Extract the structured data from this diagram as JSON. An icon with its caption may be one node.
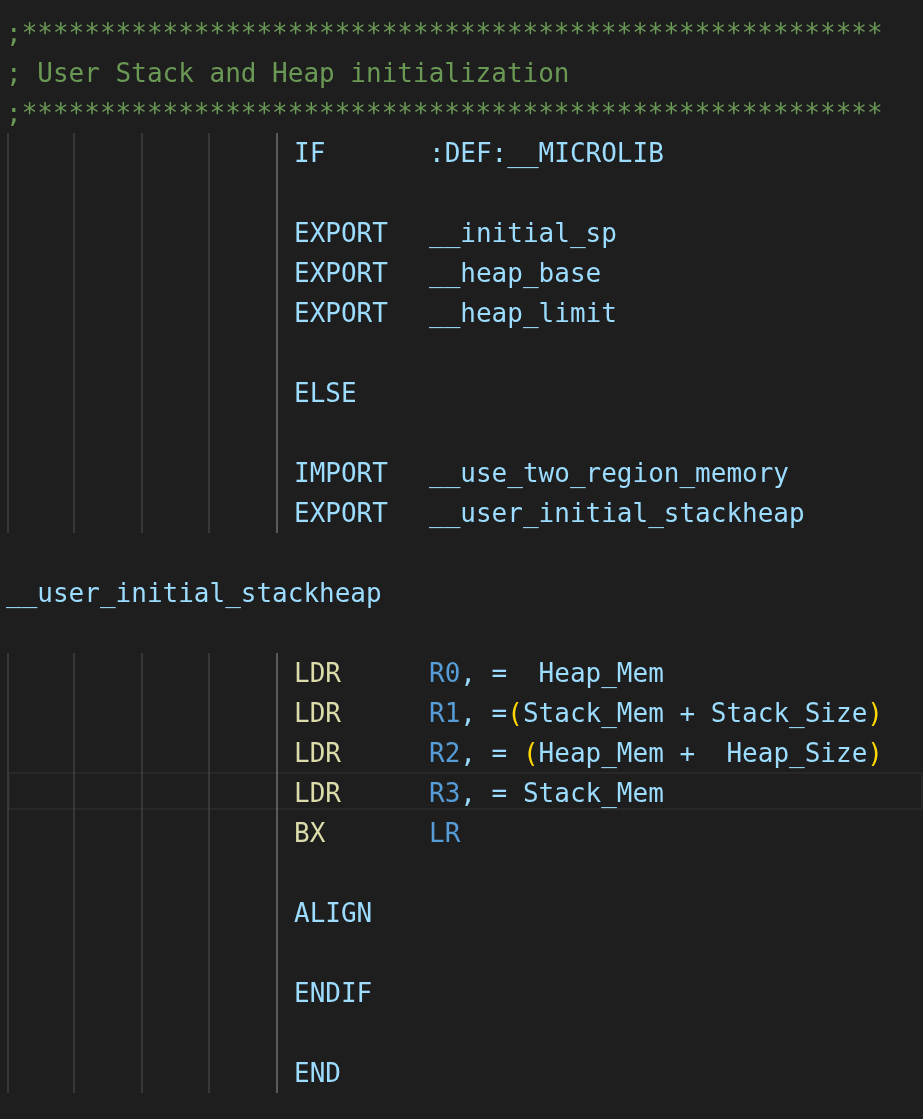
{
  "diagram": {
    "labels": [
      ";*******************************************************",
      "; User Stack and Heap initialization",
      ";*******************************************************",
      "IF",
      ":DEF:__MICROLIB",
      "EXPORT",
      "__initial_sp",
      "EXPORT",
      "__heap_base",
      "EXPORT",
      "__heap_limit",
      "ELSE",
      "IMPORT",
      "__use_two_region_memory",
      "EXPORT",
      "__user_initial_stackheap",
      "__user_initial_stackheap",
      "LDR",
      "R0, =  Heap_Mem",
      "LDR",
      "R1, =(Stack_Mem + Stack_Size)",
      "LDR",
      "R2, = (Heap_Mem +  Heap_Size)",
      "LDR",
      "R3, = Stack_Mem",
      "BX",
      "LR",
      "ALIGN",
      "ENDIF",
      "END"
    ]
  }
}
